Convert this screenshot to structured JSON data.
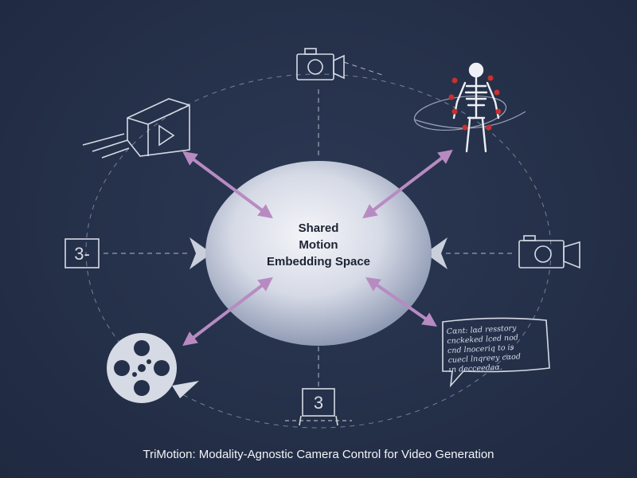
{
  "hub": {
    "lines": [
      "Shared",
      "Motion",
      "Embedding Space"
    ]
  },
  "nodes": {
    "top": {
      "icon": "camera-icon"
    },
    "top_right": {
      "icon": "skeleton-icon",
      "marker_color": "#c8312c"
    },
    "right": {
      "icon": "camera-icon"
    },
    "bottom_right": {
      "icon": "speech-bubble-icon",
      "text_lines": [
        "Cαnt: lαd resstory",
        "cnckeked lced nod",
        "cnd lnoceriq to is",
        "cuecl lnqreey cαod",
        "ιn decceedaα."
      ]
    },
    "bottom": {
      "icon": "number-3-frame-icon",
      "glyph": "3"
    },
    "bottom_left": {
      "icon": "film-reel-icon"
    },
    "left": {
      "icon": "number-3-frame-icon",
      "glyph": "3-"
    },
    "top_left": {
      "icon": "video-camera-icon"
    }
  },
  "colors": {
    "background": "#25304a",
    "line": "#c9cfdb",
    "arrow": "#b78bc2",
    "hub_center": "#f4f5f9",
    "hub_edge": "#8f9ab4"
  },
  "caption": "TriMotion: Modality-Agnostic Camera Control for Video Generation"
}
